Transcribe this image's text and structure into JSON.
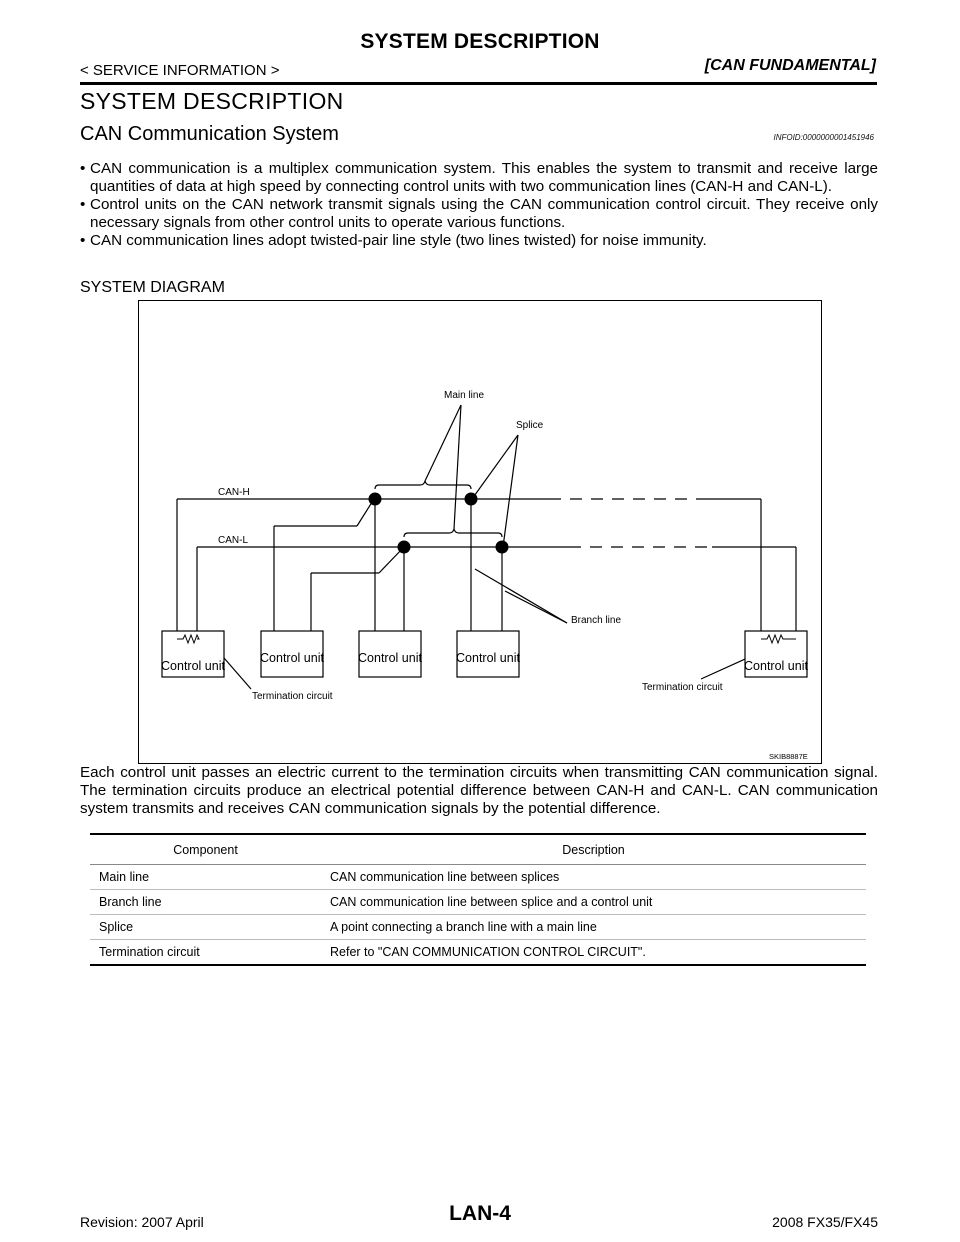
{
  "header": {
    "title": "SYSTEM DESCRIPTION",
    "breadcrumb": "< SERVICE INFORMATION >",
    "section_tag": "[CAN FUNDAMENTAL]"
  },
  "section": {
    "heading": "SYSTEM DESCRIPTION",
    "subheading": "CAN Communication System",
    "infoid": "INFOID:0000000001451946"
  },
  "bullets": [
    "CAN communication is a multiplex communication system. This enables the system to transmit and receive large quantities of data at high speed by connecting control units with two communication lines (CAN-H and CAN-L).",
    "Control units on the CAN network transmit signals using the CAN communication control circuit. They receive only necessary signals from other control units to operate various functions.",
    "CAN communication lines adopt twisted-pair line style (two lines twisted) for noise immunity."
  ],
  "diagram": {
    "heading": "SYSTEM DIAGRAM",
    "labels": {
      "main_line": "Main line",
      "splice": "Splice",
      "can_h": "CAN-H",
      "can_l": "CAN-L",
      "branch_line": "Branch line",
      "termination_left": "Termination circuit",
      "termination_right": "Termination circuit",
      "control_unit": "Control unit",
      "figure_id": "SKIB8887E"
    }
  },
  "paragraph": "Each control unit passes an electric current to the termination circuits when transmitting CAN communication signal. The termination circuits produce an electrical potential difference between CAN-H and CAN-L. CAN communication system transmits and receives CAN communication signals by the potential difference.",
  "table": {
    "headers": [
      "Component",
      "Description"
    ],
    "rows": [
      [
        "Main line",
        "CAN communication line between splices"
      ],
      [
        "Branch line",
        "CAN communication line between splice and a control unit"
      ],
      [
        "Splice",
        "A point connecting a branch line with a main line"
      ],
      [
        "Termination circuit",
        "Refer to \"CAN COMMUNICATION CONTROL CIRCUIT\"."
      ]
    ]
  },
  "footer": {
    "page_number": "LAN-4",
    "revision": "Revision: 2007 April",
    "model": "2008 FX35/FX45"
  }
}
